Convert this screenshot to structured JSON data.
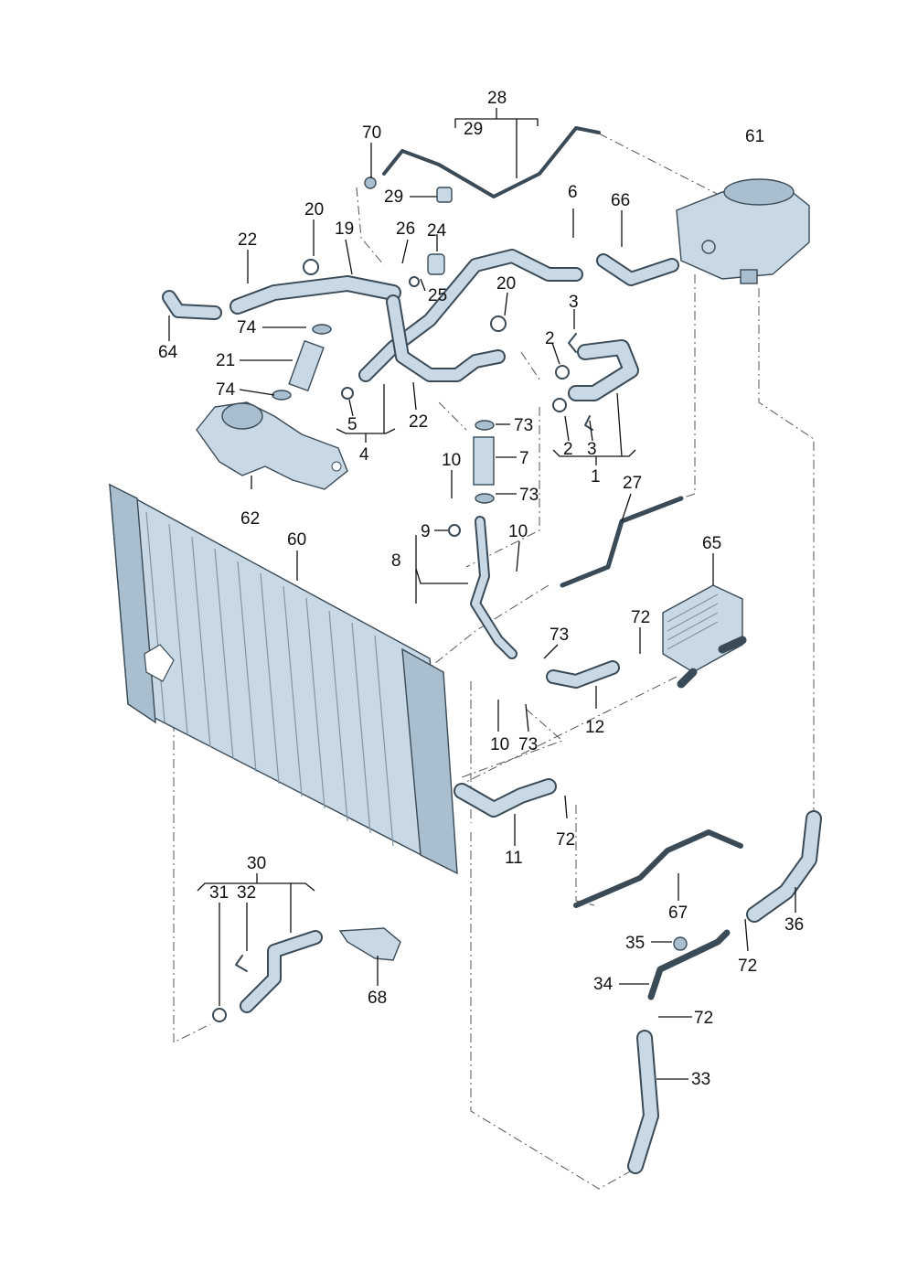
{
  "labels": {
    "l1": "1",
    "l2a": "2",
    "l2b": "2",
    "l3a": "3",
    "l3b": "3",
    "l4": "4",
    "l5": "5",
    "l6": "6",
    "l7": "7",
    "l8": "8",
    "l9": "9",
    "l10a": "10",
    "l10b": "10",
    "l10c": "10",
    "l11": "11",
    "l12": "12",
    "l19": "19",
    "l20a": "20",
    "l20b": "20",
    "l21": "21",
    "l22a": "22",
    "l22b": "22",
    "l24": "24",
    "l25": "25",
    "l26": "26",
    "l27": "27",
    "l28": "28",
    "l29a": "29",
    "l29b": "29",
    "l30": "30",
    "l31": "31",
    "l32": "32",
    "l33": "33",
    "l34": "34",
    "l35": "35",
    "l36": "36",
    "l60": "60",
    "l61": "61",
    "l62": "62",
    "l64": "64",
    "l65": "65",
    "l66": "66",
    "l67": "67",
    "l68": "68",
    "l70": "70",
    "l72a": "72",
    "l72b": "72",
    "l72c": "72",
    "l72d": "72",
    "l73a": "73",
    "l73b": "73",
    "l73c": "73",
    "l73d": "73",
    "l74a": "74",
    "l74b": "74"
  },
  "colors": {
    "part_fill": "#c8d8e4",
    "part_stroke": "#3a4a56",
    "label": "#111111"
  }
}
